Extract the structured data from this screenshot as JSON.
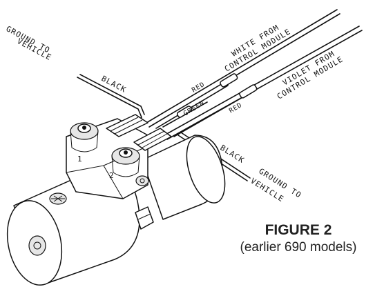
{
  "labels": {
    "ground_to_vehicle_left": [
      "GROUND TO",
      "VEHICLE"
    ],
    "black_left": "BLACK",
    "white_from_control_module": [
      "WHITE FROM",
      "CONTROL MODULE"
    ],
    "violet_from_control_module": [
      "VIOLET FROM",
      "CONTROL MODULE"
    ],
    "red_upper": "RED",
    "green": "GREEN",
    "red_lower": "RED",
    "black_right": "BLACK",
    "ground_to_vehicle_right": [
      "GROUND TO",
      "VEHICLE"
    ],
    "terminal_1": "1",
    "terminal_2": "2"
  },
  "caption": {
    "title": "FIGURE 2",
    "subtitle": "(earlier 690 models)"
  }
}
